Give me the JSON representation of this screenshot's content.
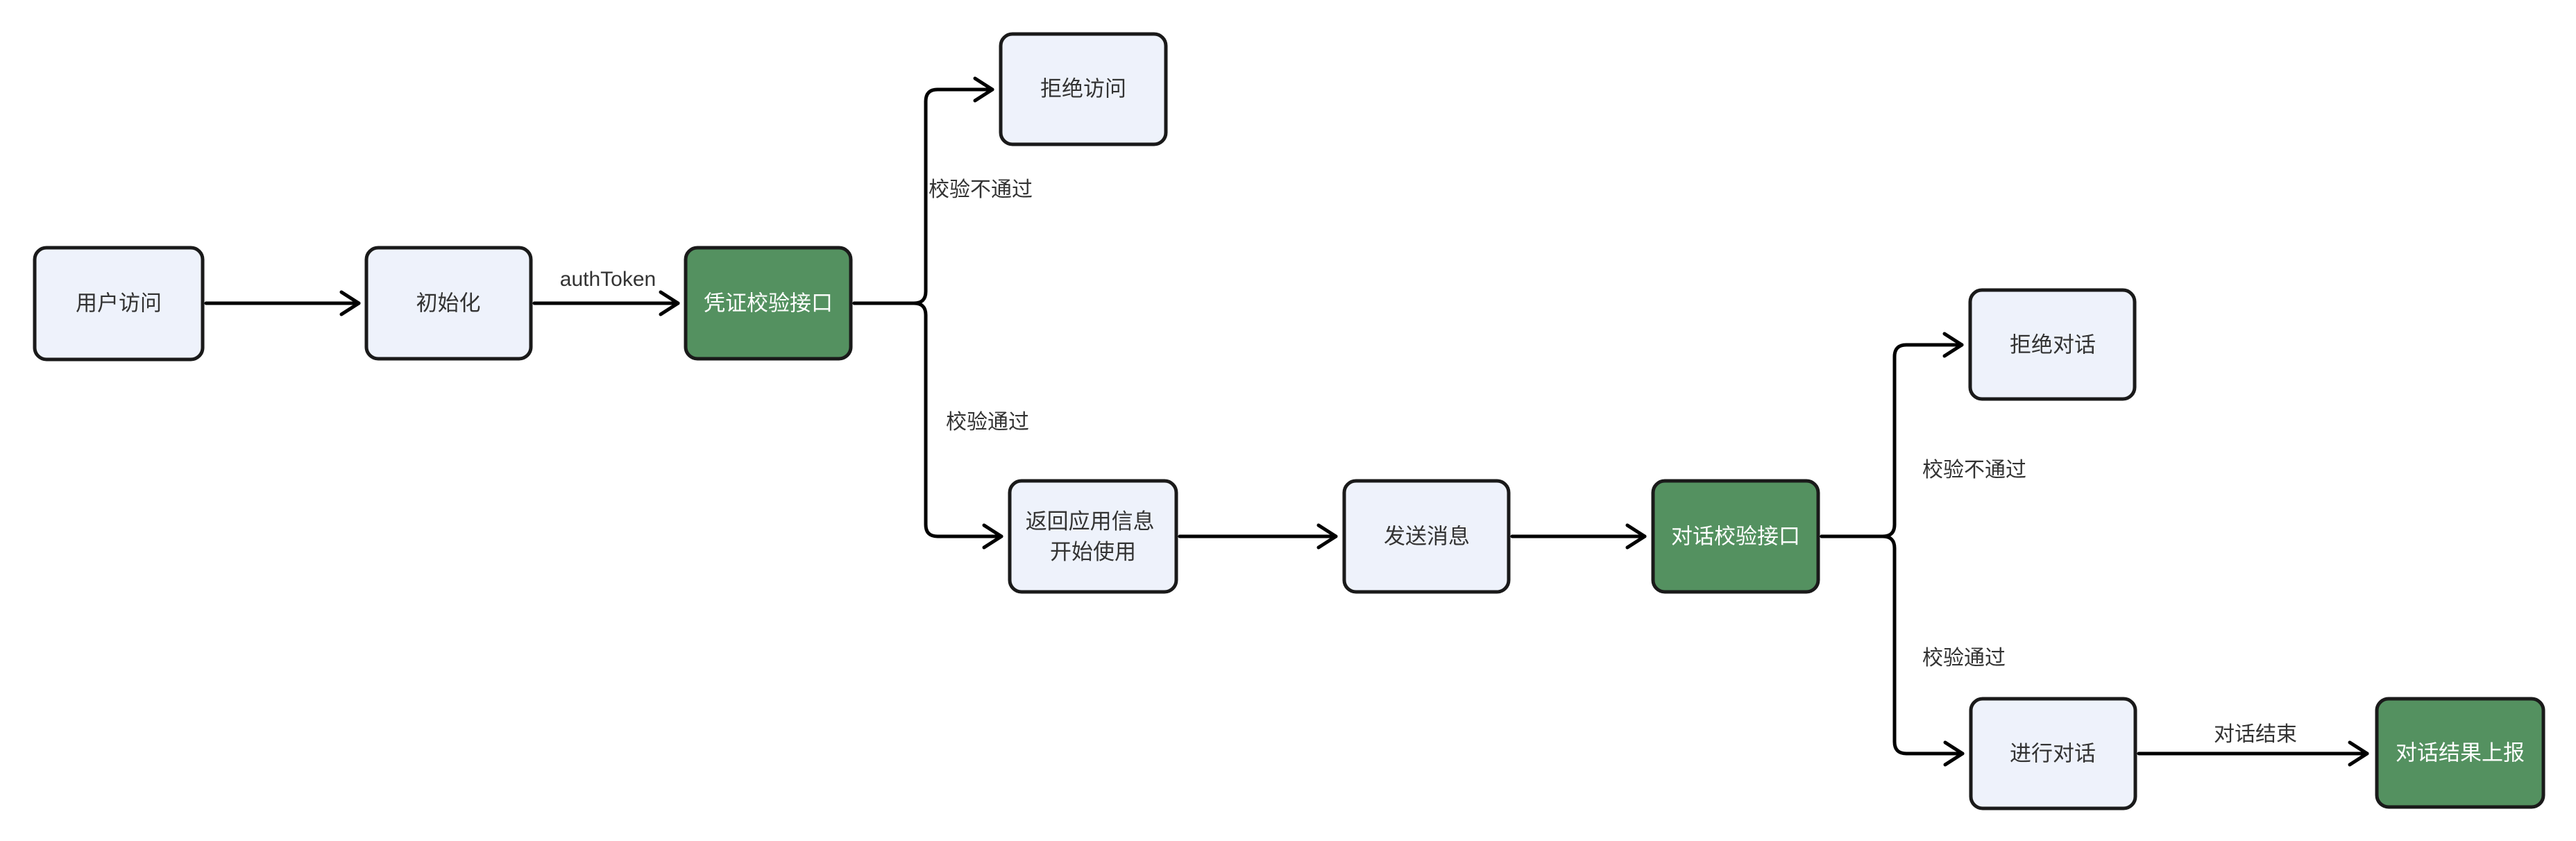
{
  "diagram": {
    "type": "flowchart",
    "direction": "left-to-right",
    "colors": {
      "background": "#ffffff",
      "node_fill": "#eef2fb",
      "node_border": "#1a1a1a",
      "accent_fill": "#549160",
      "accent_text": "#ffffff",
      "text": "#333333",
      "edge": "#000000"
    },
    "nodes": [
      {
        "id": "user-access",
        "label": "用户访问",
        "type": "default"
      },
      {
        "id": "init",
        "label": "初始化",
        "type": "default"
      },
      {
        "id": "credential-verify-api",
        "label": "凭证校验接口",
        "type": "accent"
      },
      {
        "id": "deny-access",
        "label": "拒绝访问",
        "type": "default"
      },
      {
        "id": "return-app-info",
        "lines": [
          "返回应用信息",
          "开始使用"
        ],
        "type": "default"
      },
      {
        "id": "send-message",
        "label": "发送消息",
        "type": "default"
      },
      {
        "id": "dialog-verify-api",
        "label": "对话校验接口",
        "type": "accent"
      },
      {
        "id": "deny-dialog",
        "label": "拒绝对话",
        "type": "default"
      },
      {
        "id": "conduct-dialog",
        "label": "进行对话",
        "type": "default"
      },
      {
        "id": "report-dialog-result",
        "label": "对话结果上报",
        "type": "accent"
      }
    ],
    "edges": [
      {
        "from": "用户访问",
        "to": "初始化",
        "label": ""
      },
      {
        "from": "初始化",
        "to": "凭证校验接口",
        "label": "authToken"
      },
      {
        "from": "凭证校验接口",
        "to": "拒绝访问",
        "label": "校验不通过"
      },
      {
        "from": "凭证校验接口",
        "to": "返回应用信息 开始使用",
        "label": "校验通过"
      },
      {
        "from": "返回应用信息 开始使用",
        "to": "发送消息",
        "label": ""
      },
      {
        "from": "发送消息",
        "to": "对话校验接口",
        "label": ""
      },
      {
        "from": "对话校验接口",
        "to": "拒绝对话",
        "label": "校验不通过"
      },
      {
        "from": "对话校验接口",
        "to": "进行对话",
        "label": "校验通过"
      },
      {
        "from": "进行对话",
        "to": "对话结果上报",
        "label": "对话结束"
      }
    ]
  }
}
